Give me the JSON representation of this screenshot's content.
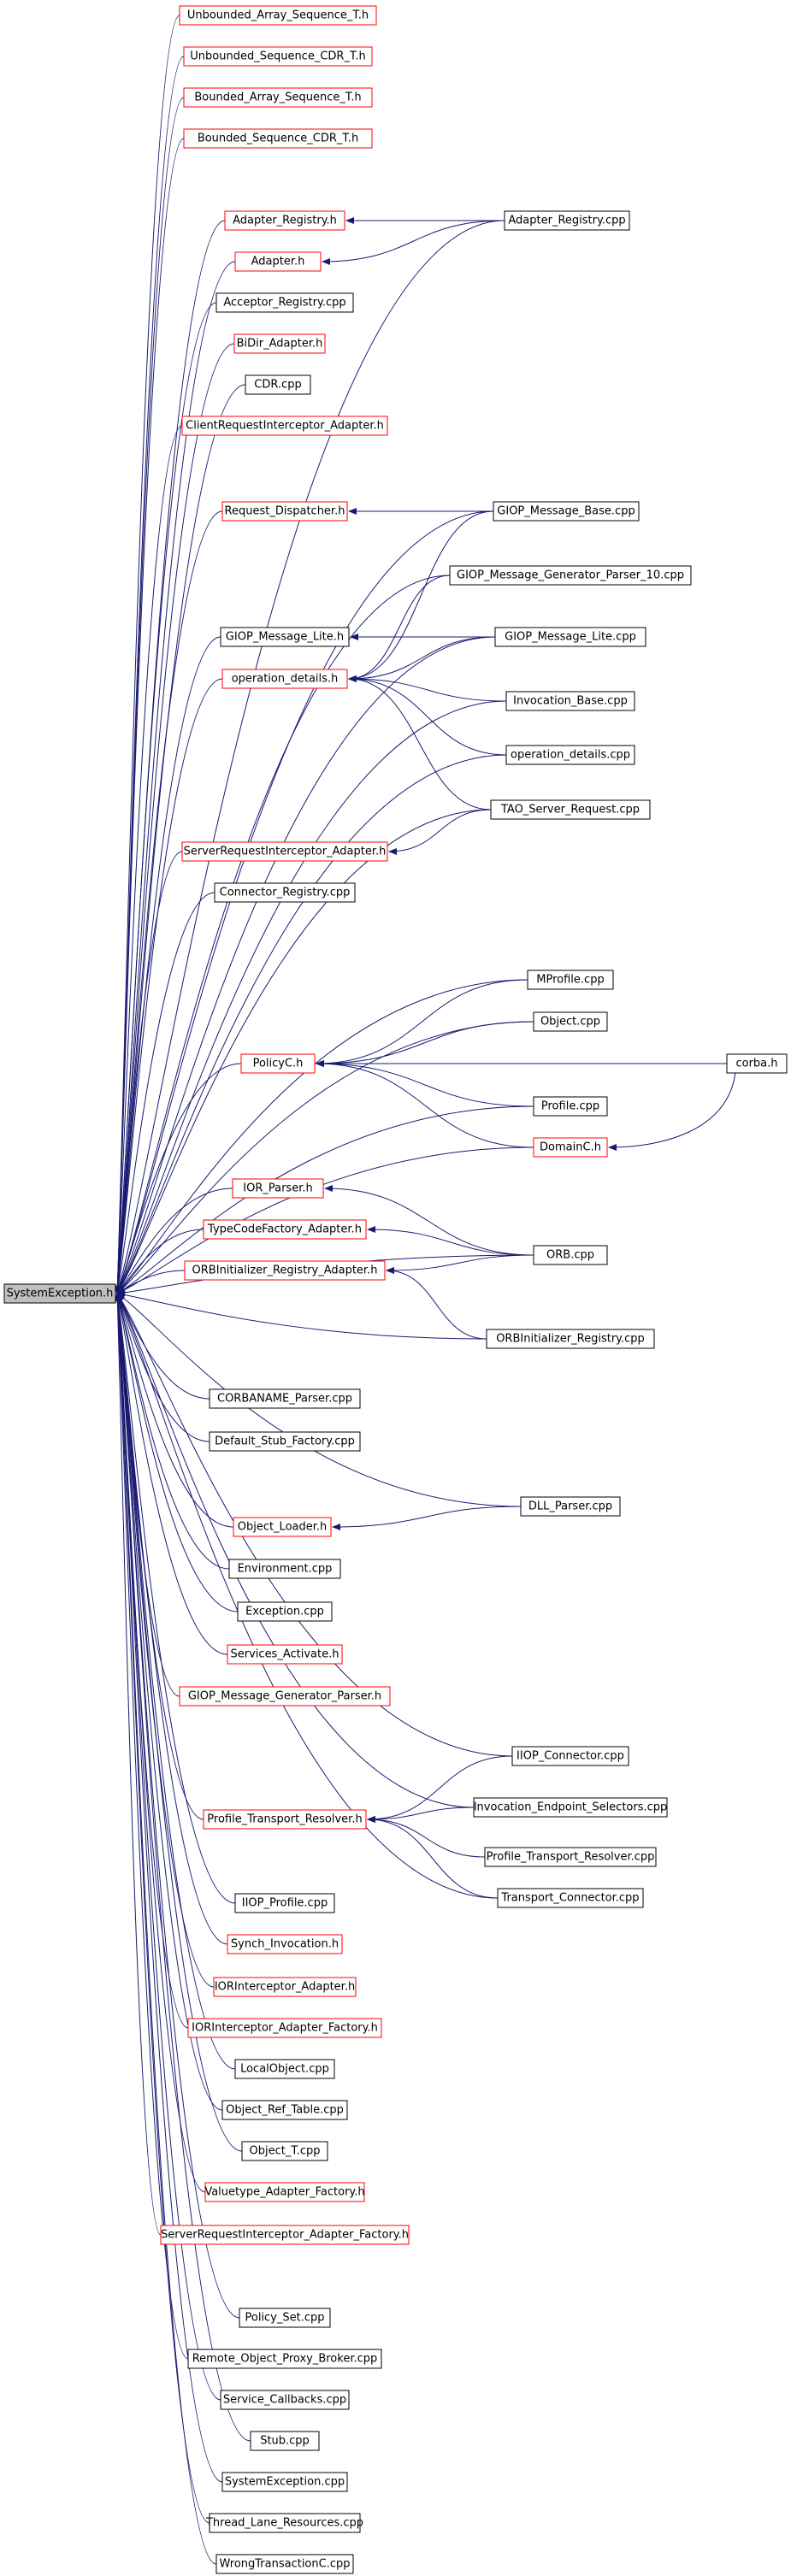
{
  "colors": {
    "edge": "#191970",
    "header_border": "#ff0000",
    "source_border": "#000000",
    "root_fill": "#bfbfbf"
  },
  "root": "SystemException.h",
  "nodes": [
    {
      "id": "root",
      "label": "SystemException.h",
      "kind": "root"
    },
    {
      "id": "n1",
      "label": "Unbounded_Array_Sequence_T.h",
      "kind": "header"
    },
    {
      "id": "n2",
      "label": "Unbounded_Sequence_CDR_T.h",
      "kind": "header"
    },
    {
      "id": "n3",
      "label": "Bounded_Array_Sequence_T.h",
      "kind": "header"
    },
    {
      "id": "n4",
      "label": "Bounded_Sequence_CDR_T.h",
      "kind": "header"
    },
    {
      "id": "n5",
      "label": "Adapter_Registry.h",
      "kind": "header"
    },
    {
      "id": "n6",
      "label": "Adapter.h",
      "kind": "header"
    },
    {
      "id": "n7",
      "label": "Acceptor_Registry.cpp",
      "kind": "source"
    },
    {
      "id": "n8",
      "label": "BiDir_Adapter.h",
      "kind": "header"
    },
    {
      "id": "n9",
      "label": "CDR.cpp",
      "kind": "source"
    },
    {
      "id": "n10",
      "label": "ClientRequestInterceptor_Adapter.h",
      "kind": "header"
    },
    {
      "id": "n11",
      "label": "Request_Dispatcher.h",
      "kind": "header"
    },
    {
      "id": "n12",
      "label": "GIOP_Message_Lite.h",
      "kind": "source"
    },
    {
      "id": "n13",
      "label": "operation_details.h",
      "kind": "header"
    },
    {
      "id": "n14",
      "label": "ServerRequestInterceptor_Adapter.h",
      "kind": "header"
    },
    {
      "id": "n15",
      "label": "Connector_Registry.cpp",
      "kind": "source"
    },
    {
      "id": "n16",
      "label": "PolicyC.h",
      "kind": "header"
    },
    {
      "id": "n17",
      "label": "IOR_Parser.h",
      "kind": "header"
    },
    {
      "id": "n18",
      "label": "TypeCodeFactory_Adapter.h",
      "kind": "header"
    },
    {
      "id": "n19",
      "label": "ORBInitializer_Registry_Adapter.h",
      "kind": "header"
    },
    {
      "id": "n20",
      "label": "CORBANAME_Parser.cpp",
      "kind": "source"
    },
    {
      "id": "n21",
      "label": "Default_Stub_Factory.cpp",
      "kind": "source"
    },
    {
      "id": "n22",
      "label": "Object_Loader.h",
      "kind": "header"
    },
    {
      "id": "n23",
      "label": "Environment.cpp",
      "kind": "source"
    },
    {
      "id": "n24",
      "label": "Exception.cpp",
      "kind": "source"
    },
    {
      "id": "n25",
      "label": "Services_Activate.h",
      "kind": "header"
    },
    {
      "id": "n26",
      "label": "GIOP_Message_Generator_Parser.h",
      "kind": "header"
    },
    {
      "id": "n27",
      "label": "Profile_Transport_Resolver.h",
      "kind": "header"
    },
    {
      "id": "n28",
      "label": "IIOP_Profile.cpp",
      "kind": "source"
    },
    {
      "id": "n29",
      "label": "Synch_Invocation.h",
      "kind": "header"
    },
    {
      "id": "n30",
      "label": "IORInterceptor_Adapter.h",
      "kind": "header"
    },
    {
      "id": "n31",
      "label": "IORInterceptor_Adapter_Factory.h",
      "kind": "header"
    },
    {
      "id": "n32",
      "label": "LocalObject.cpp",
      "kind": "source"
    },
    {
      "id": "n33",
      "label": "Object_Ref_Table.cpp",
      "kind": "source"
    },
    {
      "id": "n34",
      "label": "Object_T.cpp",
      "kind": "source"
    },
    {
      "id": "n35",
      "label": "Valuetype_Adapter_Factory.h",
      "kind": "header"
    },
    {
      "id": "n36",
      "label": "ServerRequestInterceptor_Adapter_Factory.h",
      "kind": "header"
    },
    {
      "id": "n37",
      "label": "Policy_Set.cpp",
      "kind": "source"
    },
    {
      "id": "n38",
      "label": "Remote_Object_Proxy_Broker.cpp",
      "kind": "source"
    },
    {
      "id": "n39",
      "label": "Service_Callbacks.cpp",
      "kind": "source"
    },
    {
      "id": "n40",
      "label": "Stub.cpp",
      "kind": "source"
    },
    {
      "id": "n41",
      "label": "SystemException.cpp",
      "kind": "source"
    },
    {
      "id": "n42",
      "label": "Thread_Lane_Resources.cpp",
      "kind": "source"
    },
    {
      "id": "n43",
      "label": "WrongTransactionC.cpp",
      "kind": "source"
    },
    {
      "id": "c1",
      "label": "Adapter_Registry.cpp",
      "kind": "source"
    },
    {
      "id": "c2",
      "label": "GIOP_Message_Base.cpp",
      "kind": "source"
    },
    {
      "id": "c3",
      "label": "GIOP_Message_Generator_Parser_10.cpp",
      "kind": "source"
    },
    {
      "id": "c4",
      "label": "GIOP_Message_Lite.cpp",
      "kind": "source"
    },
    {
      "id": "c5",
      "label": "Invocation_Base.cpp",
      "kind": "source"
    },
    {
      "id": "c6",
      "label": "operation_details.cpp",
      "kind": "source"
    },
    {
      "id": "c7",
      "label": "TAO_Server_Request.cpp",
      "kind": "source"
    },
    {
      "id": "c8",
      "label": "MProfile.cpp",
      "kind": "source"
    },
    {
      "id": "c9",
      "label": "Object.cpp",
      "kind": "source"
    },
    {
      "id": "c10",
      "label": "Profile.cpp",
      "kind": "source"
    },
    {
      "id": "c11",
      "label": "DomainC.h",
      "kind": "header"
    },
    {
      "id": "c12",
      "label": "corba.h",
      "kind": "source"
    },
    {
      "id": "c13",
      "label": "ORB.cpp",
      "kind": "source"
    },
    {
      "id": "c14",
      "label": "ORBInitializer_Registry.cpp",
      "kind": "source"
    },
    {
      "id": "c15",
      "label": "DLL_Parser.cpp",
      "kind": "source"
    },
    {
      "id": "c16",
      "label": "IIOP_Connector.cpp",
      "kind": "source"
    },
    {
      "id": "c17",
      "label": "Invocation_Endpoint_Selectors.cpp",
      "kind": "source"
    },
    {
      "id": "c18",
      "label": "Profile_Transport_Resolver.cpp",
      "kind": "source"
    },
    {
      "id": "c19",
      "label": "Transport_Connector.cpp",
      "kind": "source"
    }
  ],
  "edges": [
    [
      "n1",
      "root"
    ],
    [
      "n2",
      "root"
    ],
    [
      "n3",
      "root"
    ],
    [
      "n4",
      "root"
    ],
    [
      "n5",
      "root"
    ],
    [
      "n6",
      "root"
    ],
    [
      "n7",
      "root"
    ],
    [
      "n8",
      "root"
    ],
    [
      "n9",
      "root"
    ],
    [
      "n10",
      "root"
    ],
    [
      "n11",
      "root"
    ],
    [
      "n12",
      "root"
    ],
    [
      "n13",
      "root"
    ],
    [
      "n14",
      "root"
    ],
    [
      "n15",
      "root"
    ],
    [
      "n16",
      "root"
    ],
    [
      "n17",
      "root"
    ],
    [
      "n18",
      "root"
    ],
    [
      "n19",
      "root"
    ],
    [
      "n20",
      "root"
    ],
    [
      "n21",
      "root"
    ],
    [
      "n22",
      "root"
    ],
    [
      "n23",
      "root"
    ],
    [
      "n24",
      "root"
    ],
    [
      "n25",
      "root"
    ],
    [
      "n26",
      "root"
    ],
    [
      "n27",
      "root"
    ],
    [
      "n28",
      "root"
    ],
    [
      "n29",
      "root"
    ],
    [
      "n30",
      "root"
    ],
    [
      "n31",
      "root"
    ],
    [
      "n32",
      "root"
    ],
    [
      "n33",
      "root"
    ],
    [
      "n34",
      "root"
    ],
    [
      "n35",
      "root"
    ],
    [
      "n36",
      "root"
    ],
    [
      "n37",
      "root"
    ],
    [
      "n38",
      "root"
    ],
    [
      "n39",
      "root"
    ],
    [
      "n40",
      "root"
    ],
    [
      "n41",
      "root"
    ],
    [
      "n42",
      "root"
    ],
    [
      "n43",
      "root"
    ],
    [
      "c1",
      "root"
    ],
    [
      "c2",
      "root"
    ],
    [
      "c3",
      "root"
    ],
    [
      "c4",
      "root"
    ],
    [
      "c5",
      "root"
    ],
    [
      "c6",
      "root"
    ],
    [
      "c7",
      "root"
    ],
    [
      "c8",
      "root"
    ],
    [
      "c9",
      "root"
    ],
    [
      "c10",
      "root"
    ],
    [
      "c11",
      "root"
    ],
    [
      "c13",
      "root"
    ],
    [
      "c14",
      "root"
    ],
    [
      "c15",
      "root"
    ],
    [
      "c16",
      "root"
    ],
    [
      "c17",
      "root"
    ],
    [
      "c19",
      "root"
    ],
    [
      "c1",
      "n5"
    ],
    [
      "c1",
      "n6"
    ],
    [
      "c2",
      "n11"
    ],
    [
      "c4",
      "n12"
    ],
    [
      "c2",
      "n13"
    ],
    [
      "c3",
      "n13"
    ],
    [
      "c4",
      "n13"
    ],
    [
      "c5",
      "n13"
    ],
    [
      "c6",
      "n13"
    ],
    [
      "c7",
      "n13"
    ],
    [
      "c7",
      "n14"
    ],
    [
      "c8",
      "n16"
    ],
    [
      "c9",
      "n16"
    ],
    [
      "c10",
      "n16"
    ],
    [
      "c11",
      "n16"
    ],
    [
      "c12",
      "n16"
    ],
    [
      "c12",
      "c11"
    ],
    [
      "c13",
      "n17"
    ],
    [
      "c13",
      "n18"
    ],
    [
      "c13",
      "n19"
    ],
    [
      "c14",
      "n19"
    ],
    [
      "c15",
      "n22"
    ],
    [
      "c16",
      "n27"
    ],
    [
      "c17",
      "n27"
    ],
    [
      "c18",
      "n27"
    ],
    [
      "c19",
      "n27"
    ]
  ]
}
